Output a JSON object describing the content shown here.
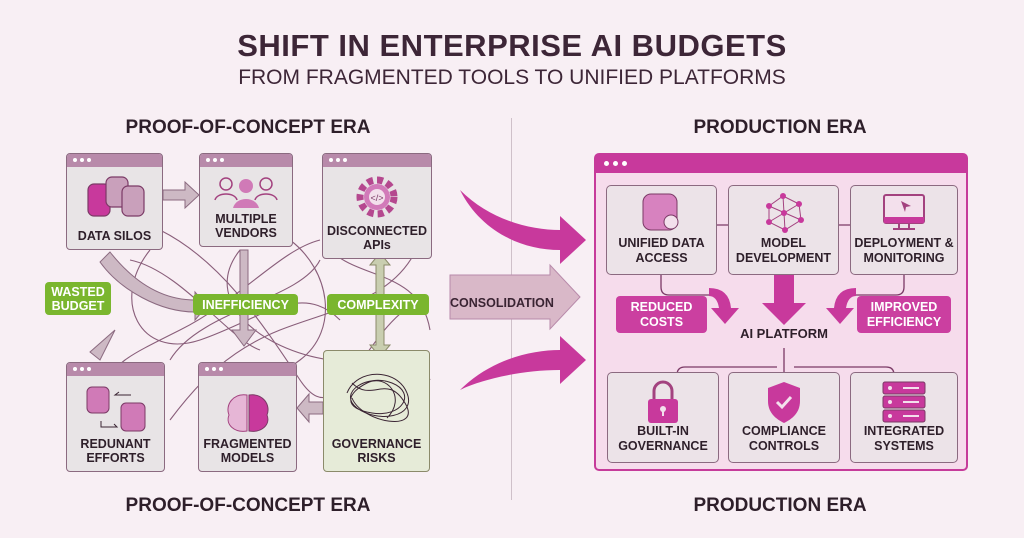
{
  "header": {
    "title": "SHIFT IN ENTERPRISE AI BUDGETS",
    "subtitle": "FROM FRAGMENTED TOOLS TO UNIFIED PLATFORMS"
  },
  "left": {
    "era_top": "PROOF-OF-CONCEPT ERA",
    "era_bottom": "PROOF-OF-CONCEPT ERA",
    "boxes": [
      "DATA SILOS",
      "MULTIPLE VENDORS",
      "DISCONNECTED APIs",
      "REDUNANT EFFORTS",
      "FRAGMENTED MODELS",
      "GOVERNANCE RISKS"
    ],
    "tags": [
      "WASTED BUDGET",
      "INEFFICIENCY",
      "COMPLEXITY"
    ]
  },
  "middle": {
    "consolidation": "CONSOLIDATION"
  },
  "right": {
    "era_top": "PRODUCTION ERA",
    "era_bottom": "PRODUCTION ERA",
    "top_boxes": [
      "UNIFIED DATA ACCESS",
      "MODEL DEVELOPMENT",
      "DEPLOYMENT & MONITORING"
    ],
    "bottom_boxes": [
      "BUILT-IN GOVERNANCE",
      "COMPLIANCE CONTROLS",
      "INTEGRATED SYSTEMS"
    ],
    "center": "AI PLATFORM",
    "benefits": [
      "REDUCED COSTS",
      "IMPROVED EFFICIENCY"
    ]
  },
  "colors": {
    "pink": "#c8399c",
    "green": "#7ab62e",
    "muted": "#b88aaa",
    "background": "#f8eff4"
  }
}
